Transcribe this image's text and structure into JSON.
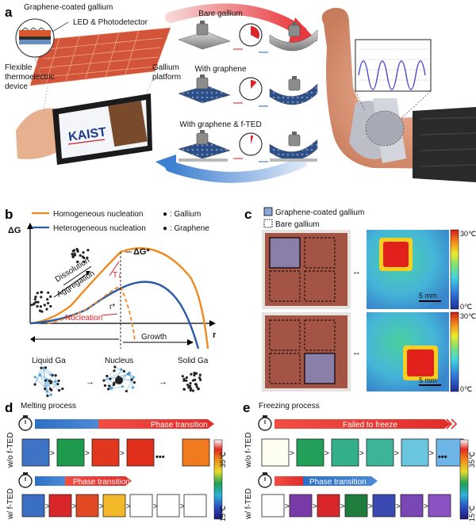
{
  "panel_letters": [
    "a",
    "b",
    "c",
    "d",
    "e"
  ],
  "a": {
    "device_labels": [
      "Graphene-coated gallium",
      "LED & Photodetector",
      "Flexible",
      "thermoelectric",
      "device"
    ],
    "phone_logo": "KAIST",
    "platform_label": [
      "Gallium",
      "platform"
    ],
    "states": [
      "Bare gallium",
      "With graphene",
      "With graphene & f-TED"
    ],
    "timer_fill_fraction": [
      0.33,
      0.12,
      0.05
    ]
  },
  "b": {
    "y_axis": "ΔG",
    "x_axis": "r",
    "legend": [
      "Homogeneous nucleation",
      "Heterogeneous nucleation"
    ],
    "marker_legend": [
      "● : Gallium",
      "● : Graphene"
    ],
    "annotations": {
      "dg_star": "ΔG*",
      "t_down": "T↓",
      "r_star": "r*",
      "dissolution": "Dissolution",
      "aggregation": "Aggregation",
      "nucleation": "Nucleation",
      "growth": "Growth"
    },
    "stages": [
      "Liquid Ga",
      "Nucleus",
      "Solid Ga"
    ]
  },
  "c": {
    "legend": [
      "Graphene-coated gallium",
      "Bare gallium"
    ],
    "colorbar_top": "30℃",
    "colorbar_bottom": "0℃",
    "scale_bar": "5 mm"
  },
  "d": {
    "title": "Melting process",
    "bar1_label": "Phase transition",
    "bar2_label": "Phase transition",
    "row_labels": [
      "w/o f-TED",
      "w/ f-TED"
    ],
    "ellipsis": "•••",
    "colorbar_top": "35℃",
    "colorbar_bottom": "15℃",
    "row1_colors": [
      "#3f73c6",
      "#1e9a4c",
      "#e2371f",
      "#e0301c",
      "#f07a1e"
    ],
    "row2_colors": [
      "#3b6fc4",
      "#d9262a",
      "#e24a24",
      "#f3b92a",
      "#ffffff",
      "#ffffff",
      "#ffffff"
    ]
  },
  "e": {
    "title": "Freezing process",
    "bar1_label": "Failed to freeze",
    "bar2_label": "Phase transition",
    "row_labels": [
      "w/o f-TED",
      "w/ f-TED"
    ],
    "ellipsis": "•••",
    "colorbar_top": "35℃",
    "colorbar_bottom": "15℃",
    "row1_colors": [
      "#fdfdf0",
      "#22a05a",
      "#33b08a",
      "#3cb49a",
      "#6ac6de",
      "#6fb6e8"
    ],
    "row2_colors": [
      "#ffffff",
      "#7a3aa8",
      "#d8262a",
      "#1e7c3c",
      "#3a4ab2",
      "#7a48b6",
      "#8a52c2"
    ]
  }
}
